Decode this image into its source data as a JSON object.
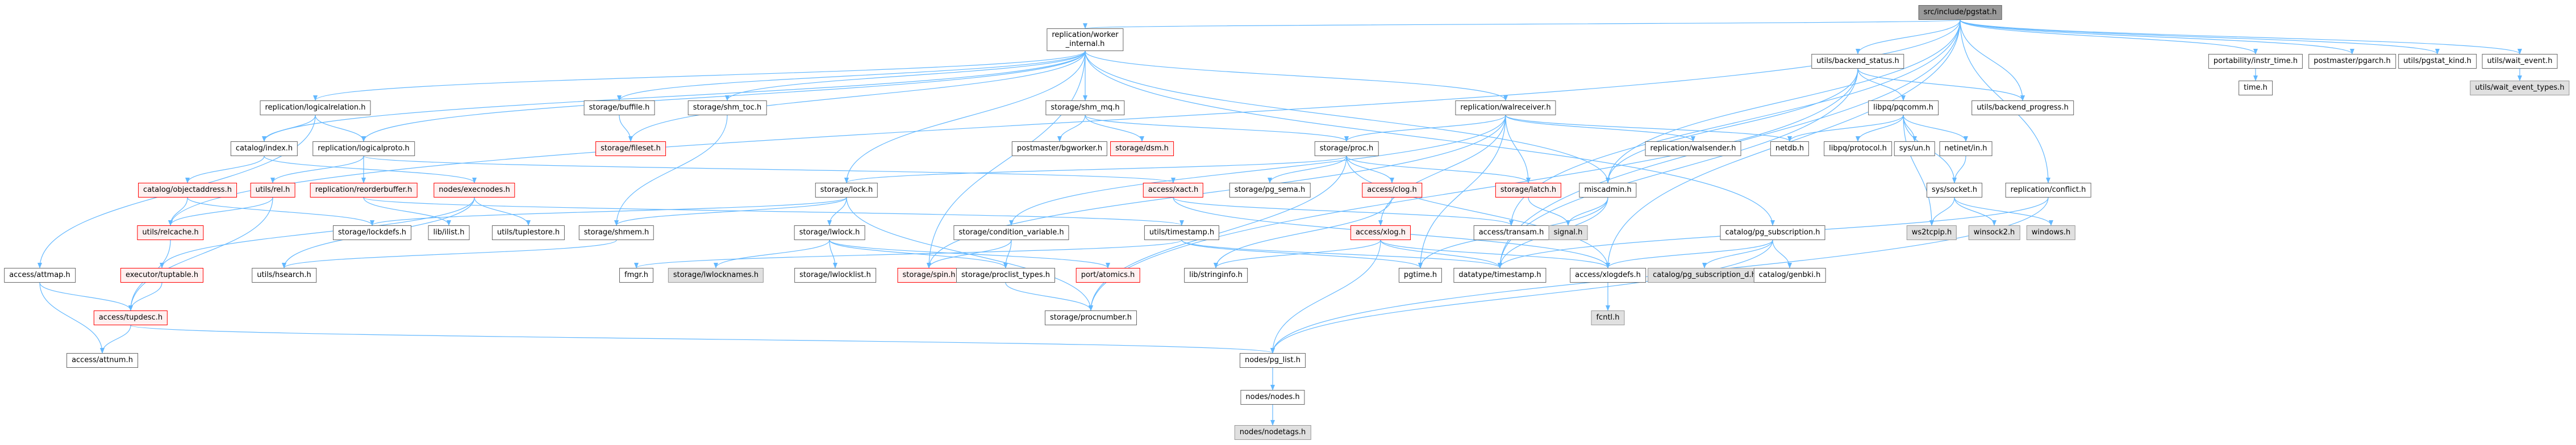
{
  "graph": {
    "title": "src/include/pgstat.h include dependency graph",
    "edge_color": "#63b8ff",
    "nodes": [
      {
        "id": "pgstat",
        "label": "src/include/pgstat.h",
        "style": "root"
      },
      {
        "id": "worker_internal",
        "label": "replication/worker\n_internal.h",
        "style": "normal"
      },
      {
        "id": "backend_status",
        "label": "utils/backend_status.h",
        "style": "normal"
      },
      {
        "id": "instr_time",
        "label": "portability/instr_time.h",
        "style": "normal"
      },
      {
        "id": "pgarch",
        "label": "postmaster/pgarch.h",
        "style": "normal"
      },
      {
        "id": "pgstat_kind",
        "label": "utils/pgstat_kind.h",
        "style": "normal"
      },
      {
        "id": "wait_event",
        "label": "utils/wait_event.h",
        "style": "normal"
      },
      {
        "id": "wait_event_types",
        "label": "utils/wait_event_types.h",
        "style": "gray"
      },
      {
        "id": "time",
        "label": "time.h",
        "style": "normal"
      },
      {
        "id": "logicalrelation",
        "label": "replication/logicalrelation.h",
        "style": "normal"
      },
      {
        "id": "buffile",
        "label": "storage/buffile.h",
        "style": "normal"
      },
      {
        "id": "shm_toc",
        "label": "storage/shm_toc.h",
        "style": "normal"
      },
      {
        "id": "shm_mq",
        "label": "storage/shm_mq.h",
        "style": "normal"
      },
      {
        "id": "walreceiver",
        "label": "replication/walreceiver.h",
        "style": "normal"
      },
      {
        "id": "pqcomm",
        "label": "libpq/pqcomm.h",
        "style": "normal"
      },
      {
        "id": "backend_progress",
        "label": "utils/backend_progress.h",
        "style": "normal"
      },
      {
        "id": "catalog_index",
        "label": "catalog/index.h",
        "style": "normal"
      },
      {
        "id": "logicalproto",
        "label": "replication/logicalproto.h",
        "style": "normal"
      },
      {
        "id": "fileset",
        "label": "storage/fileset.h",
        "style": "red"
      },
      {
        "id": "bgworker",
        "label": "postmaster/bgworker.h",
        "style": "normal"
      },
      {
        "id": "dsm",
        "label": "storage/dsm.h",
        "style": "red"
      },
      {
        "id": "proc",
        "label": "storage/proc.h",
        "style": "normal"
      },
      {
        "id": "walsender",
        "label": "replication/walsender.h",
        "style": "normal"
      },
      {
        "id": "netdb",
        "label": "netdb.h",
        "style": "normal"
      },
      {
        "id": "protocol",
        "label": "libpq/protocol.h",
        "style": "normal"
      },
      {
        "id": "sys_un",
        "label": "sys/un.h",
        "style": "normal"
      },
      {
        "id": "netinet_in",
        "label": "netinet/in.h",
        "style": "normal"
      },
      {
        "id": "objectaddress",
        "label": "catalog/objectaddress.h",
        "style": "red"
      },
      {
        "id": "rel",
        "label": "utils/rel.h",
        "style": "red"
      },
      {
        "id": "reorderbuffer",
        "label": "replication/reorderbuffer.h",
        "style": "red"
      },
      {
        "id": "execnodes",
        "label": "nodes/execnodes.h",
        "style": "red"
      },
      {
        "id": "xact",
        "label": "access/xact.h",
        "style": "red"
      },
      {
        "id": "pg_sema",
        "label": "storage/pg_sema.h",
        "style": "normal"
      },
      {
        "id": "clog",
        "label": "access/clog.h",
        "style": "red"
      },
      {
        "id": "latch",
        "label": "storage/latch.h",
        "style": "red"
      },
      {
        "id": "miscadmin",
        "label": "miscadmin.h",
        "style": "normal"
      },
      {
        "id": "sys_socket",
        "label": "sys/socket.h",
        "style": "normal"
      },
      {
        "id": "conflict",
        "label": "replication/conflict.h",
        "style": "normal"
      },
      {
        "id": "storage_lock",
        "label": "storage/lock.h",
        "style": "normal"
      },
      {
        "id": "relcache",
        "label": "utils/relcache.h",
        "style": "red"
      },
      {
        "id": "lockdefs",
        "label": "storage/lockdefs.h",
        "style": "normal"
      },
      {
        "id": "ilist",
        "label": "lib/ilist.h",
        "style": "normal"
      },
      {
        "id": "tuplestore",
        "label": "utils/tuplestore.h",
        "style": "normal"
      },
      {
        "id": "shmem",
        "label": "storage/shmem.h",
        "style": "normal"
      },
      {
        "id": "lwlock",
        "label": "storage/lwlock.h",
        "style": "normal"
      },
      {
        "id": "condition_variable",
        "label": "storage/condition_variable.h",
        "style": "normal"
      },
      {
        "id": "timestamp",
        "label": "utils/timestamp.h",
        "style": "normal"
      },
      {
        "id": "xlog",
        "label": "access/xlog.h",
        "style": "red"
      },
      {
        "id": "transam",
        "label": "access/transam.h",
        "style": "normal"
      },
      {
        "id": "signal",
        "label": "signal.h",
        "style": "gray"
      },
      {
        "id": "pg_subscription",
        "label": "catalog/pg_subscription.h",
        "style": "normal"
      },
      {
        "id": "ws2tcpip",
        "label": "ws2tcpip.h",
        "style": "gray"
      },
      {
        "id": "winsock2",
        "label": "winsock2.h",
        "style": "gray"
      },
      {
        "id": "windows",
        "label": "windows.h",
        "style": "gray"
      },
      {
        "id": "attmap",
        "label": "access/attmap.h",
        "style": "normal"
      },
      {
        "id": "tuptable",
        "label": "executor/tuptable.h",
        "style": "red"
      },
      {
        "id": "hsearch",
        "label": "utils/hsearch.h",
        "style": "normal"
      },
      {
        "id": "fmgr",
        "label": "fmgr.h",
        "style": "normal"
      },
      {
        "id": "lwlocknames",
        "label": "storage/lwlocknames.h",
        "style": "gray"
      },
      {
        "id": "lwlocklist",
        "label": "storage/lwlocklist.h",
        "style": "normal"
      },
      {
        "id": "spin",
        "label": "storage/spin.h",
        "style": "red"
      },
      {
        "id": "proclist_types",
        "label": "storage/proclist_types.h",
        "style": "normal"
      },
      {
        "id": "atomics",
        "label": "port/atomics.h",
        "style": "red"
      },
      {
        "id": "stringinfo",
        "label": "lib/stringinfo.h",
        "style": "normal"
      },
      {
        "id": "pgtime",
        "label": "pgtime.h",
        "style": "normal"
      },
      {
        "id": "dt_timestamp",
        "label": "datatype/timestamp.h",
        "style": "normal"
      },
      {
        "id": "xlogdefs",
        "label": "access/xlogdefs.h",
        "style": "normal"
      },
      {
        "id": "pg_subscription_d",
        "label": "catalog/pg_subscription_d.h",
        "style": "gray"
      },
      {
        "id": "genbki",
        "label": "catalog/genbki.h",
        "style": "normal"
      },
      {
        "id": "tupdesc",
        "label": "access/tupdesc.h",
        "style": "red"
      },
      {
        "id": "procnumber",
        "label": "storage/procnumber.h",
        "style": "normal"
      },
      {
        "id": "fcntl",
        "label": "fcntl.h",
        "style": "gray"
      },
      {
        "id": "attnum",
        "label": "access/attnum.h",
        "style": "normal"
      },
      {
        "id": "pg_list",
        "label": "nodes/pg_list.h",
        "style": "normal"
      },
      {
        "id": "nodes",
        "label": "nodes/nodes.h",
        "style": "normal"
      },
      {
        "id": "nodetags",
        "label": "nodes/nodetags.h",
        "style": "gray"
      }
    ],
    "edges": [
      [
        "pgstat",
        "worker_internal"
      ],
      [
        "pgstat",
        "backend_status"
      ],
      [
        "pgstat",
        "instr_time"
      ],
      [
        "pgstat",
        "pgarch"
      ],
      [
        "pgstat",
        "pgstat_kind"
      ],
      [
        "pgstat",
        "wait_event"
      ],
      [
        "pgstat",
        "backend_progress"
      ],
      [
        "pgstat",
        "conflict"
      ],
      [
        "pgstat",
        "miscadmin"
      ],
      [
        "pgstat",
        "relcache"
      ],
      [
        "pgstat",
        "xlogdefs"
      ],
      [
        "pgstat",
        "dt_timestamp"
      ],
      [
        "pgstat",
        "transam"
      ],
      [
        "wait_event",
        "wait_event_types"
      ],
      [
        "instr_time",
        "time"
      ],
      [
        "worker_internal",
        "logicalrelation"
      ],
      [
        "worker_internal",
        "buffile"
      ],
      [
        "worker_internal",
        "shm_toc"
      ],
      [
        "worker_internal",
        "shm_mq"
      ],
      [
        "worker_internal",
        "walreceiver"
      ],
      [
        "worker_internal",
        "fileset"
      ],
      [
        "worker_internal",
        "storage_lock"
      ],
      [
        "worker_internal",
        "spin"
      ],
      [
        "worker_internal",
        "catalog_index"
      ],
      [
        "worker_internal",
        "logicalproto"
      ],
      [
        "worker_internal",
        "pg_subscription"
      ],
      [
        "worker_internal",
        "miscadmin"
      ],
      [
        "backend_status",
        "pqcomm"
      ],
      [
        "backend_status",
        "backend_progress"
      ],
      [
        "backend_status",
        "miscadmin"
      ],
      [
        "backend_status",
        "dt_timestamp"
      ],
      [
        "backend_status",
        "procnumber"
      ],
      [
        "logicalrelation",
        "catalog_index"
      ],
      [
        "logicalrelation",
        "logicalproto"
      ],
      [
        "logicalrelation",
        "attmap"
      ],
      [
        "buffile",
        "fileset"
      ],
      [
        "shm_toc",
        "shmem"
      ],
      [
        "shm_mq",
        "bgworker"
      ],
      [
        "shm_mq",
        "dsm"
      ],
      [
        "shm_mq",
        "proc"
      ],
      [
        "walreceiver",
        "proc"
      ],
      [
        "walreceiver",
        "walsender"
      ],
      [
        "walreceiver",
        "netdb"
      ],
      [
        "walreceiver",
        "latch"
      ],
      [
        "walreceiver",
        "xlog"
      ],
      [
        "walreceiver",
        "condition_variable"
      ],
      [
        "walreceiver",
        "spin"
      ],
      [
        "walreceiver",
        "pgtime"
      ],
      [
        "pqcomm",
        "netdb"
      ],
      [
        "pqcomm",
        "protocol"
      ],
      [
        "pqcomm",
        "sys_un"
      ],
      [
        "pqcomm",
        "netinet_in"
      ],
      [
        "pqcomm",
        "sys_socket"
      ],
      [
        "pqcomm",
        "ws2tcpip"
      ],
      [
        "netinet_in",
        "sys_socket"
      ],
      [
        "sys_socket",
        "ws2tcpip"
      ],
      [
        "sys_socket",
        "winsock2"
      ],
      [
        "sys_socket",
        "windows"
      ],
      [
        "catalog_index",
        "objectaddress"
      ],
      [
        "catalog_index",
        "execnodes"
      ],
      [
        "logicalproto",
        "rel"
      ],
      [
        "logicalproto",
        "reorderbuffer"
      ],
      [
        "logicalproto",
        "xact"
      ],
      [
        "proc",
        "pg_sema"
      ],
      [
        "proc",
        "clog"
      ],
      [
        "proc",
        "latch"
      ],
      [
        "proc",
        "storage_lock"
      ],
      [
        "proc",
        "xlogdefs"
      ],
      [
        "proc",
        "procnumber"
      ],
      [
        "latch",
        "signal"
      ],
      [
        "miscadmin",
        "signal"
      ],
      [
        "miscadmin",
        "dt_timestamp"
      ],
      [
        "miscadmin",
        "pgtime"
      ],
      [
        "objectaddress",
        "relcache"
      ],
      [
        "objectaddress",
        "lockdefs"
      ],
      [
        "rel",
        "relcache"
      ],
      [
        "rel",
        "tupdesc"
      ],
      [
        "reorderbuffer",
        "ilist"
      ],
      [
        "reorderbuffer",
        "timestamp"
      ],
      [
        "execnodes",
        "tuplestore"
      ],
      [
        "execnodes",
        "tuptable"
      ],
      [
        "execnodes",
        "hsearch"
      ],
      [
        "xact",
        "transam"
      ],
      [
        "xact",
        "xlogdefs"
      ],
      [
        "clog",
        "stringinfo"
      ],
      [
        "storage_lock",
        "lockdefs"
      ],
      [
        "storage_lock",
        "lwlock"
      ],
      [
        "storage_lock",
        "shmem"
      ],
      [
        "storage_lock",
        "procnumber"
      ],
      [
        "relcache",
        "tupdesc"
      ],
      [
        "shmem",
        "hsearch"
      ],
      [
        "lwlock",
        "lwlocknames"
      ],
      [
        "lwlock",
        "lwlocklist"
      ],
      [
        "lwlock",
        "atomics"
      ],
      [
        "lwlock",
        "proclist_types"
      ],
      [
        "condition_variable",
        "spin"
      ],
      [
        "condition_variable",
        "proclist_types"
      ],
      [
        "timestamp",
        "dt_timestamp"
      ],
      [
        "timestamp",
        "pgtime"
      ],
      [
        "timestamp",
        "fmgr"
      ],
      [
        "xlog",
        "stringinfo"
      ],
      [
        "xlog",
        "xlogdefs"
      ],
      [
        "xlog",
        "pg_list"
      ],
      [
        "xlog",
        "dt_timestamp"
      ],
      [
        "pg_subscription",
        "pg_subscription_d"
      ],
      [
        "pg_subscription",
        "genbki"
      ],
      [
        "pg_subscription",
        "xlogdefs"
      ],
      [
        "pg_subscription",
        "pg_list"
      ],
      [
        "conflict",
        "dt_timestamp"
      ],
      [
        "conflict",
        "pg_list"
      ],
      [
        "attmap",
        "tupdesc"
      ],
      [
        "attmap",
        "attnum"
      ],
      [
        "tuptable",
        "tupdesc"
      ],
      [
        "tupdesc",
        "attnum"
      ],
      [
        "tupdesc",
        "pg_list"
      ],
      [
        "proclist_types",
        "procnumber"
      ],
      [
        "xlogdefs",
        "fcntl"
      ],
      [
        "pg_list",
        "nodes"
      ],
      [
        "nodes",
        "nodetags"
      ]
    ]
  }
}
